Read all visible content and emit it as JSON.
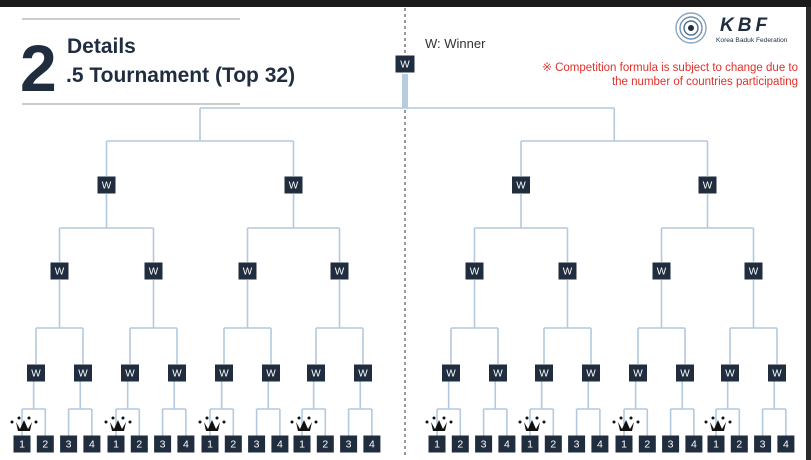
{
  "title": {
    "number": "2",
    "line1": "Details",
    "line2": ".5 Tournament (Top 32)"
  },
  "legend": "W: Winner",
  "note": {
    "line1": "※ Competition formula is subject to change due to",
    "line2": "the number of countries participating"
  },
  "logo": {
    "name": "KBF",
    "subtitle": "Korea Baduk Federation"
  },
  "bracket": {
    "winner_label": "W",
    "seed_labels": [
      "1",
      "2",
      "3",
      "4"
    ],
    "groups": 8,
    "crowned_seed": "1"
  },
  "colors": {
    "box": "#1f2d3f",
    "line": "#b3c9dd",
    "note": "#e0302a"
  }
}
